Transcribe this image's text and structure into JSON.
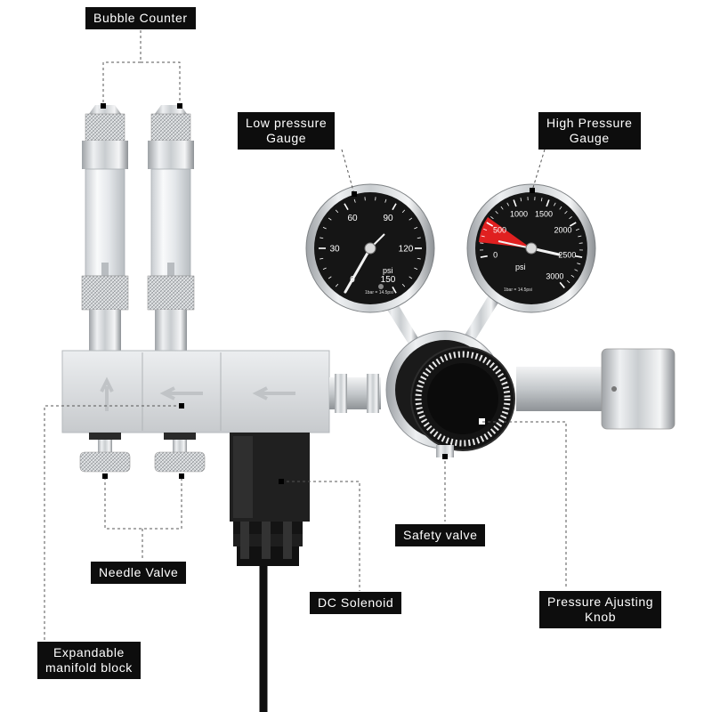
{
  "callouts": {
    "bubble_counter": "Bubble Counter",
    "low_pressure_gauge": [
      "Low pressure",
      "Gauge"
    ],
    "high_pressure_gauge": [
      "High Pressure",
      "Gauge"
    ],
    "safety_valve": "Safety valve",
    "needle_valve": "Needle Valve",
    "dc_solenoid": "DC Solenoid",
    "pressure_adjusting_knob": [
      "Pressure Ajusting",
      "Knob"
    ],
    "expandable_manifold_block": [
      "Expandable",
      "manifold block"
    ]
  },
  "low_gauge": {
    "ticks": [
      "0",
      "30",
      "60",
      "90",
      "120",
      "150"
    ],
    "unit": "psi",
    "note": "1bar = 14.5psi"
  },
  "high_gauge": {
    "ticks": [
      "0",
      "500",
      "1000",
      "1500",
      "2000",
      "2500",
      "3000"
    ],
    "unit": "psi",
    "note": "1bar = 14.5psi"
  },
  "colors": {
    "label_bg": "#0d0d0d",
    "label_text": "#ffffff",
    "gauge_face": "#151515",
    "danger_zone": "#e02020",
    "metal": "#d6d8da"
  }
}
